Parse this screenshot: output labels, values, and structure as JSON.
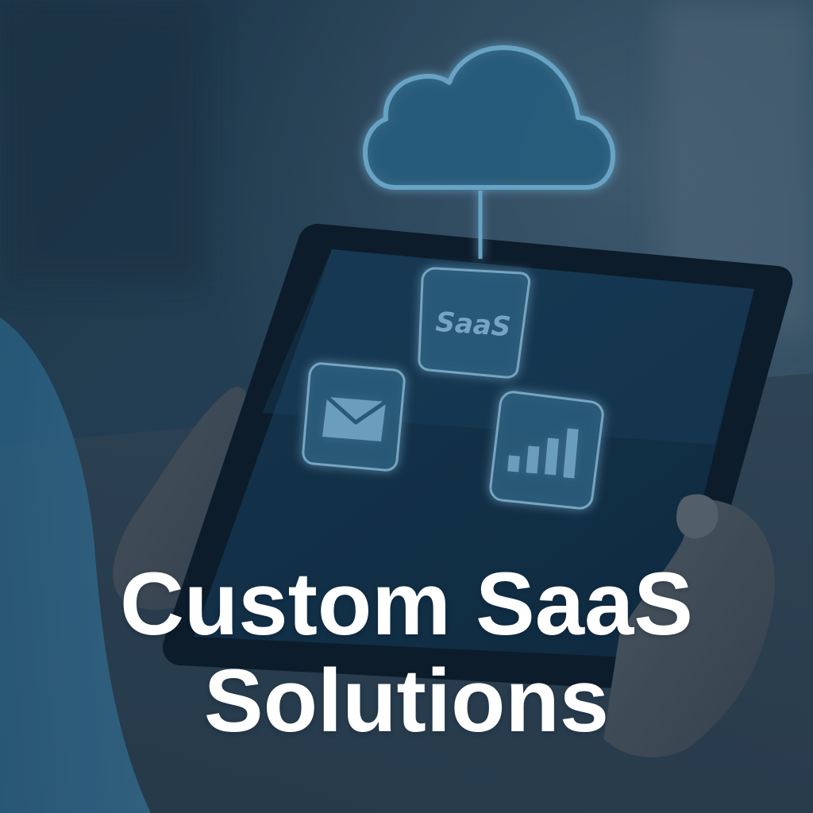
{
  "headline": {
    "line1": "Custom SaaS",
    "line2": "Solutions"
  },
  "tablet_screen": {
    "saas_tile_label": "SaaS",
    "tiles": [
      {
        "icon": "saas-icon"
      },
      {
        "icon": "mail-icon"
      },
      {
        "icon": "bar-chart-icon"
      }
    ]
  },
  "colors": {
    "accent_glow": "#6fb4dc",
    "tile_fill": "#2d6687",
    "tile_border": "#7fb9dc",
    "headline": "#ffffff",
    "background": "#2a4457"
  }
}
